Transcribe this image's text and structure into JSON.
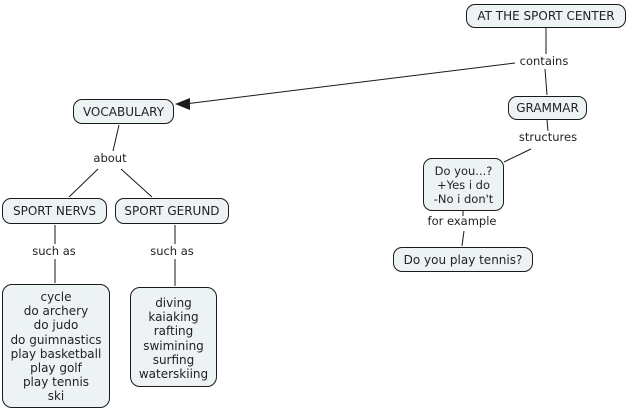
{
  "nodes": {
    "sport_center": {
      "label": "AT THE SPORT CENTER"
    },
    "vocabulary": {
      "label": "VOCABULARY"
    },
    "grammar": {
      "label": "GRAMMAR"
    },
    "do_you": {
      "lines": [
        "Do you...?",
        "+Yes i do",
        "-No i don't"
      ]
    },
    "play_tennis": {
      "label": "Do you play tennis?"
    },
    "sport_nervs": {
      "label": "SPORT NERVS"
    },
    "sport_gerund": {
      "label": "SPORT GERUND"
    },
    "nervs_list": {
      "items": [
        "cycle",
        "do archery",
        "do judo",
        "do guimnastics",
        "play basketball",
        "play golf",
        "play tennis",
        "ski"
      ]
    },
    "gerund_list": {
      "items": [
        "diving",
        "kaiaking",
        "rafting",
        "swimining",
        "surfing",
        "waterskiing"
      ]
    }
  },
  "links": {
    "contains": "contains",
    "structures": "structures",
    "about": "about",
    "such_as_nervs": "such as",
    "such_as_gerund": "such as",
    "for_example": "for example"
  },
  "colors": {
    "node_fill": "#edf3f4",
    "node_border": "#1a1a1a",
    "line": "#1a1a1a",
    "text": "#222222",
    "background": "#ffffff"
  }
}
